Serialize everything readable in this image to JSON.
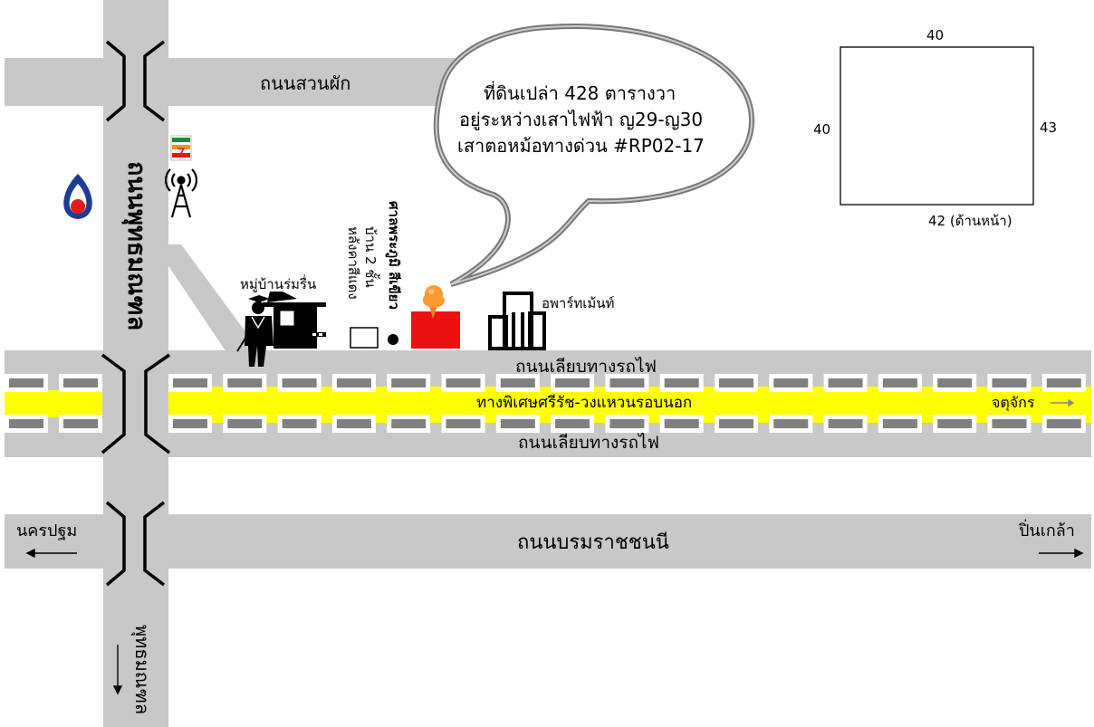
{
  "roads": {
    "suan_phak": "ถนนสวนผัก",
    "phutthamonthon_top": "ถนนพุทธมณฑล",
    "phutthamonthon_bottom": "พุทธมณฑล",
    "rail_frontage_top": "ถนนเลียบทางรถไฟ",
    "rail_frontage_bottom": "ถนนเลียบทางรถไฟ",
    "expressway": "ทางพิเศษศรีรัช-วงแหวนรอบนอก",
    "borommaratchachonnani": "ถนนบรมราชชนนี"
  },
  "directions": {
    "chatuchak": "จตุจักร",
    "nakhon_pathom": "นครปฐม",
    "pin_klao": "ปิ่นเกล้า"
  },
  "landmarks": {
    "village": "หมู่บ้านร่มรื่น",
    "house": "บ้าน 2 ชั้น หลังคาสีแดง",
    "shrine": "ศาลพระภูมิ สีเขียว",
    "apartment": "อพาร์ทเม้นท์"
  },
  "callout": {
    "line1": "ที่ดินเปล่า 428 ตารางวา",
    "line2": "อยู่ระหว่างเสาไฟฟ้า ญ29-ญ30",
    "line3": "เสาตอหม้อทางด่วน #RP02-17"
  },
  "plot": {
    "top": "40",
    "left": "40",
    "right": "43",
    "bottom": "42 (ด้านหน้า)"
  },
  "icons": [
    "seven-eleven-icon",
    "radio-tower-icon",
    "ptt-station-icon",
    "security-guard-icon",
    "location-pin-icon",
    "apartment-icon"
  ],
  "colors": {
    "road": "#c8c8c8",
    "expressway": "#ffff00",
    "dash": "#808080",
    "pin": "#ff9933",
    "plot_marker": "#ee1111"
  }
}
